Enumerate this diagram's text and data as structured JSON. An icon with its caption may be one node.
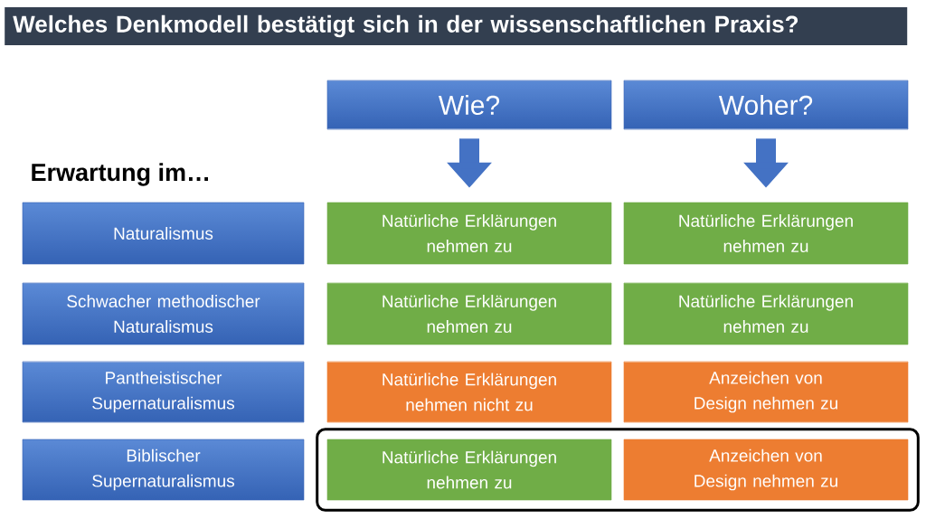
{
  "diagram": {
    "title": "Welches Denkmodell bestätigt sich in der wissenschaftlichen Praxis?",
    "nodes": [
      {
        "text": [
          "Wie?"
        ]
      },
      {
        "text": [
          "Woher?"
        ]
      },
      {
        "text": [
          "Naturalismus"
        ]
      },
      {
        "text": [
          "Natürliche Erklärungen nehmen zu"
        ]
      },
      {
        "text": [
          "Natürliche Erklärungen nehmen zu"
        ]
      },
      {
        "text": [
          "Schwacher methodischer Naturalismus"
        ]
      },
      {
        "text": [
          "Natürliche Erklärungen nehmen zu"
        ]
      },
      {
        "text": [
          "Natürliche Erklärungen nehmen zu"
        ]
      },
      {
        "text": [
          "Pantheistischer Supernaturalismus"
        ]
      },
      {
        "text": [
          "Natürliche Erklärungen nehmen nicht zu"
        ]
      },
      {
        "text": [
          "Anzeichen von Design nehmen zu"
        ]
      },
      {
        "text": [
          "Biblischer Supernaturalismus"
        ]
      },
      {
        "text": [],
        "shape": "box"
      },
      {
        "text": [
          "Natürliche Erklärungen nehmen zu"
        ],
        "in": 12
      },
      {
        "text": [
          "Anzeichen von Design nehmen zu"
        ],
        "in": 12
      }
    ],
    "edges": [
      {
        "from": 0,
        "to": 3,
        "arrow": "to"
      },
      {
        "from": 1,
        "to": 4,
        "arrow": "to"
      }
    ],
    "labels": [
      "Erwartung im…"
    ]
  }
}
